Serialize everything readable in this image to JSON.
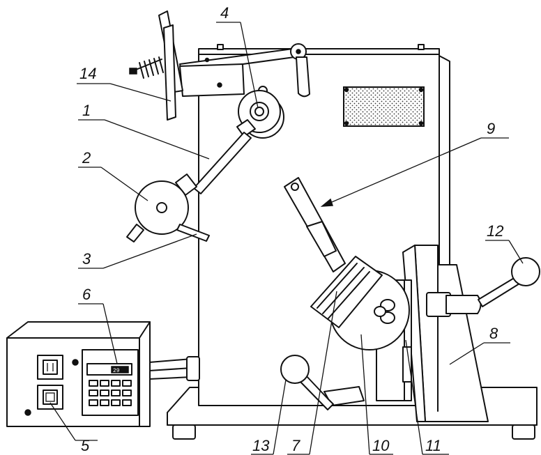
{
  "figure": {
    "callouts": [
      {
        "id": "1",
        "text": "1"
      },
      {
        "id": "2",
        "text": "2"
      },
      {
        "id": "3",
        "text": "3"
      },
      {
        "id": "4",
        "text": "4"
      },
      {
        "id": "5",
        "text": "5"
      },
      {
        "id": "6",
        "text": "6"
      },
      {
        "id": "7",
        "text": "7"
      },
      {
        "id": "8",
        "text": "8"
      },
      {
        "id": "9",
        "text": "9"
      },
      {
        "id": "10",
        "text": "10"
      },
      {
        "id": "11",
        "text": "11"
      },
      {
        "id": "12",
        "text": "12"
      },
      {
        "id": "13",
        "text": "13"
      },
      {
        "id": "14",
        "text": "14"
      }
    ],
    "display_reading": "29"
  }
}
